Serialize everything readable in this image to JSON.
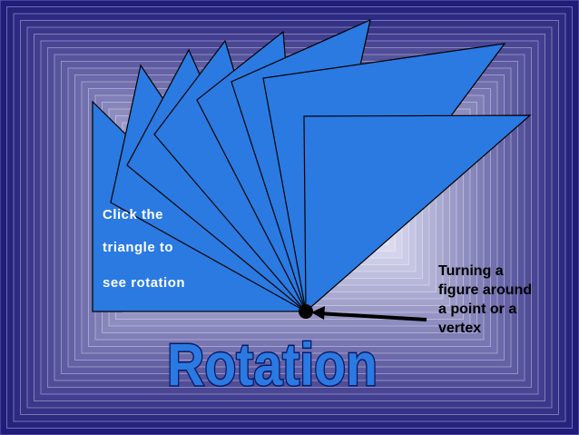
{
  "slide": {
    "instruction_lines": [
      "Click the",
      "triangle to",
      "see rotation"
    ],
    "definition_lines": [
      "Turning a",
      "figure around",
      "a point or a",
      "vertex"
    ],
    "title": "Rotation"
  },
  "colors": {
    "triangle_fill": "#2a7ae2",
    "triangle_stroke": "#000000",
    "background_outer": "#1f1c7a",
    "background_inner": "#e8e8f8",
    "title_fill": "#2a7ae2",
    "title_outline": "#0a1a6a"
  }
}
